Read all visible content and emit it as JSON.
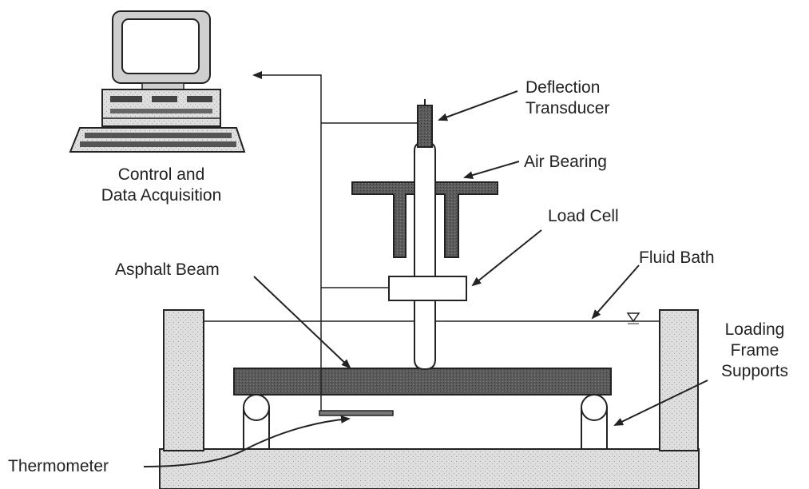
{
  "labels": {
    "computer": [
      "Control and",
      "Data Acquisition"
    ],
    "deflection_transducer": [
      "Deflection",
      "Transducer"
    ],
    "air_bearing": "Air Bearing",
    "load_cell": "Load Cell",
    "fluid_bath": "Fluid Bath",
    "asphalt_beam": "Asphalt Beam",
    "loading_frame_supports": [
      "Loading",
      "Frame",
      "Supports"
    ],
    "thermometer": "Thermometer"
  },
  "colors": {
    "line": "#222222",
    "beam_fill": "#555555",
    "stipple_bg": "#dcdcdc",
    "background": "#ffffff"
  }
}
